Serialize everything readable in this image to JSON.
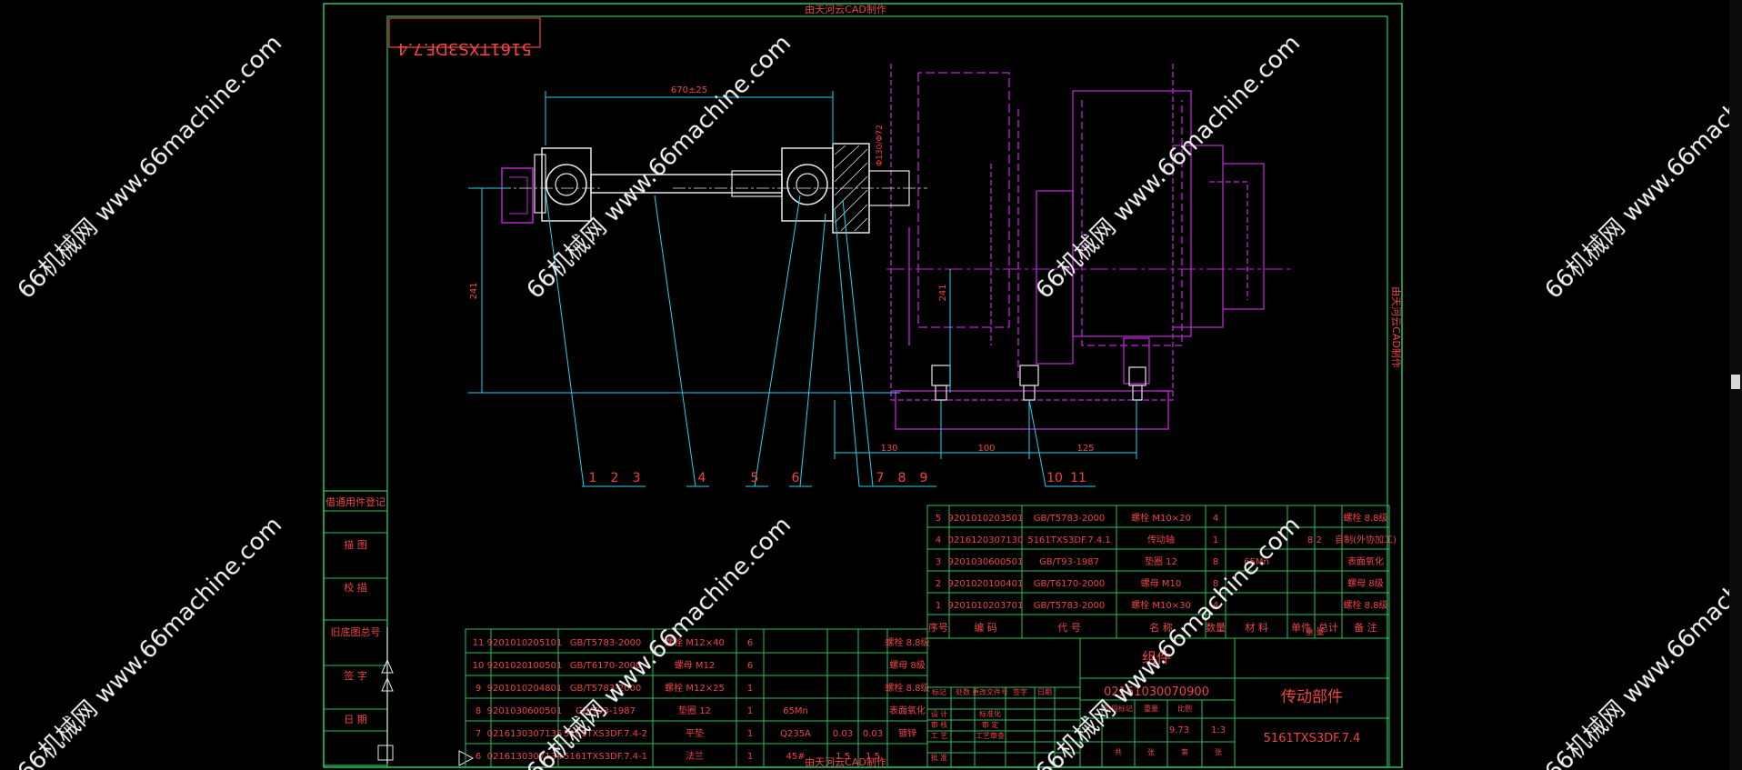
{
  "frame": {
    "top_caption": "由天河云CAD制作",
    "bottom_caption": "由天河云CAD制作",
    "side_caption": "由天河云CAD制作",
    "drawing_code_box": "5161TXS3DF.7.4"
  },
  "dimensions": {
    "top_width": "670±25",
    "left_height": "241",
    "mid_height": "241",
    "flange_note": "Φ130/Φ72",
    "bottom_1": "130",
    "bottom_2": "100",
    "bottom_3": "125"
  },
  "callouts": [
    "1",
    "2",
    "3",
    "4",
    "5",
    "6",
    "7",
    "8",
    "9",
    "10",
    "11"
  ],
  "left_panel": {
    "items": [
      "借通用件登记",
      "描 图",
      "校 描",
      "旧底图总号",
      "签 字",
      "日 期"
    ]
  },
  "bom_upper": {
    "rows": [
      [
        "5",
        "9201010203501",
        "GB/T5783-2000",
        "螺栓 M10×20",
        "4",
        "",
        "",
        "",
        "",
        "螺栓 8.8级"
      ],
      [
        "4",
        "0216120307130",
        "5161TXS3DF.7.4.1",
        "传动轴",
        "1",
        "",
        "",
        "",
        "8.2",
        "自制(外协加工)"
      ],
      [
        "3",
        "9201030600501",
        "GB/T93-1987",
        "垫圈 12",
        "8",
        "65Mn",
        "",
        "",
        "",
        "表面氧化"
      ],
      [
        "2",
        "9201020100401",
        "GB/T6170-2000",
        "螺母 M10",
        "8",
        "",
        "",
        "",
        "",
        "螺母 8级"
      ],
      [
        "1",
        "9201010203701",
        "GB/T5783-2000",
        "螺栓 M10×30",
        "4",
        "",
        "",
        "",
        "",
        "螺栓 8.8级"
      ]
    ],
    "header": [
      "序号",
      "编 码",
      "代 号",
      "名 称",
      "数量",
      "材 料",
      "单件",
      "总计",
      "",
      "备 注"
    ],
    "weight_label": "重 量"
  },
  "bom_lower": {
    "rows": [
      [
        "11",
        "9201010205101",
        "GB/T5783-2000",
        "螺栓 M12×40",
        "6",
        "",
        "",
        "",
        "螺栓 8.8级"
      ],
      [
        "10",
        "9201020100501",
        "GB/T6170-2000",
        "螺母 M12",
        "6",
        "",
        "",
        "",
        "螺母 8级"
      ],
      [
        "9",
        "9201010204801",
        "GB/T5783-2000",
        "螺栓 M12×25",
        "1",
        "",
        "",
        "",
        "螺栓 8.8级"
      ],
      [
        "8",
        "9201030600501",
        "GB/T93-1987",
        "垫圈 12",
        "1",
        "65Mn",
        "",
        "",
        "表面氧化"
      ],
      [
        "7",
        "0216130307135",
        "5161TXS3DF.7.4-2",
        "平垫",
        "1",
        "Q235A",
        "0.03",
        "0.03",
        "镀锌"
      ],
      [
        "6",
        "0216130307134",
        "5161TXS3DF.7.4-1",
        "法兰",
        "1",
        "45#",
        "1.5",
        "1.5",
        ""
      ]
    ]
  },
  "title_block": {
    "assembly_label": "组件",
    "code": "02161030070900",
    "name": "传动部件",
    "drawing_no": "5161TXS3DF.7.4",
    "mass": "9.73",
    "scale": "1:3",
    "small_labels": [
      "标记",
      "处数",
      "更改文件号",
      "签字",
      "日期",
      "设 计",
      "标准化",
      "审 核",
      "审 定",
      "工 艺",
      "批 准",
      "工艺审查",
      "阶段标记",
      "重量",
      "比例",
      "共",
      "张",
      "第",
      "张"
    ]
  },
  "watermarks": [
    "66machine.com",
    "www.66machine.com",
    "66机械网 www.66machine.com"
  ],
  "colors": {
    "green": "#22c55e",
    "magenta": "#c026d3",
    "cyan": "#22d3ee",
    "red": "#ef4444",
    "white": "#e5e7eb",
    "watermark": "#ffffff"
  }
}
